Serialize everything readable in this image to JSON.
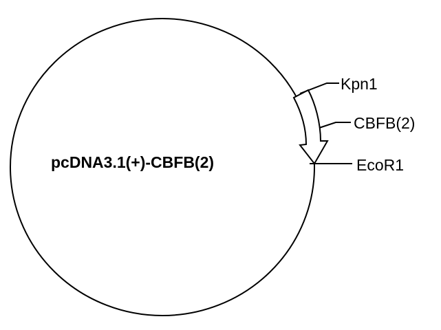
{
  "diagram": {
    "type": "plasmid-map",
    "plasmid_name": "pcDNA3.1(+)-CBFB(2)",
    "features": [
      {
        "label": "Kpn1",
        "kind": "restriction-site"
      },
      {
        "label": "CBFB(2)",
        "kind": "insert"
      },
      {
        "label": "EcoR1",
        "kind": "restriction-site"
      }
    ],
    "colors": {
      "stroke": "#000000",
      "background": "#ffffff"
    }
  }
}
